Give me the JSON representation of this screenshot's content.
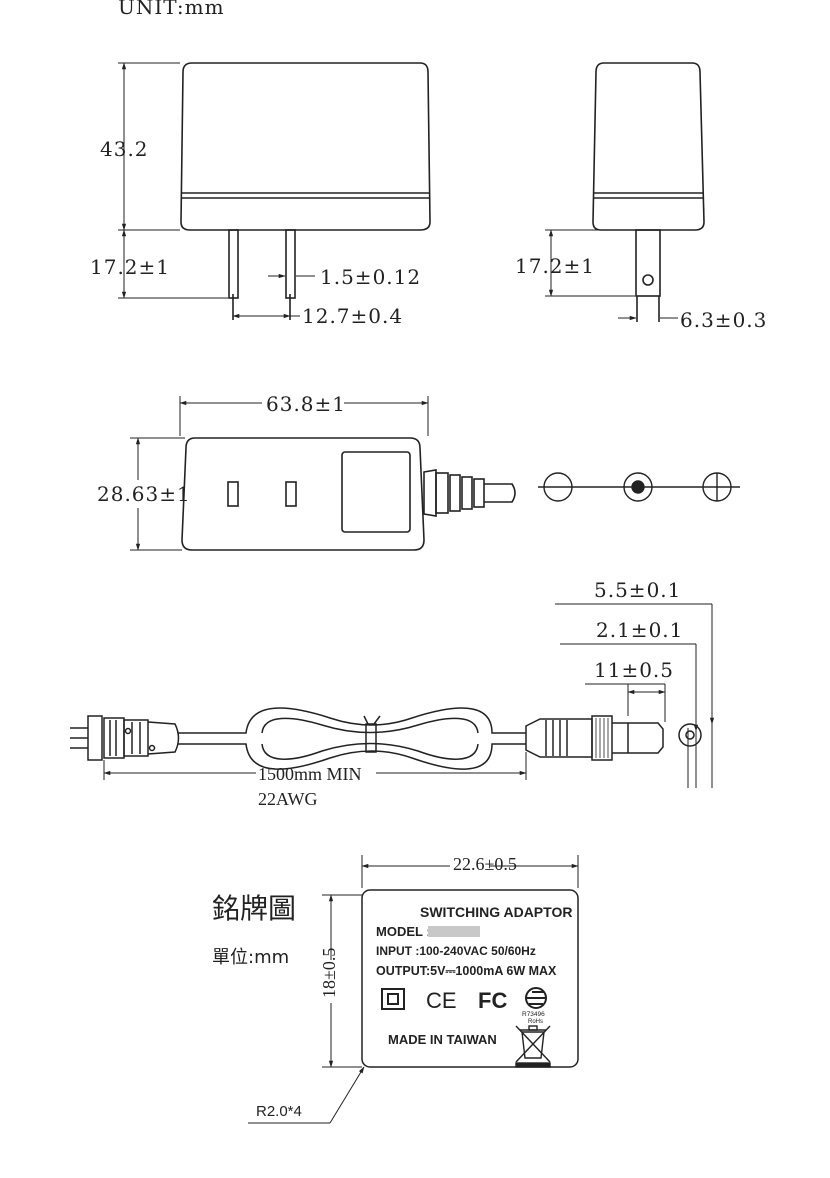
{
  "unit_label": "UNIT:mm",
  "front_view": {
    "height": "43.2",
    "prong_length": "17.2±1",
    "prong_thickness": "1.5±0.12",
    "prong_spacing": "12.7±0.4"
  },
  "side_view": {
    "prong_length": "17.2±1",
    "prong_width": "6.3±0.3"
  },
  "top_view": {
    "length": "63.8±1",
    "width": "28.63±1"
  },
  "cable": {
    "outer_diameter": "5.5±0.1",
    "inner_diameter": "2.1±0.1",
    "plug_length": "11±0.5",
    "cable_length": "1500mm MIN",
    "gauge": "22AWG"
  },
  "nameplate": {
    "heading": "銘牌圖",
    "unit": "單位:mm",
    "width": "22.6±0.5",
    "height": "18±0.5",
    "corner_radius": "R2.0*4",
    "title": "SWITCHING ADAPTOR",
    "model_label": "MODEL :",
    "input": "INPUT :100-240VAC 50/60Hz",
    "output": "OUTPUT:5V⎓1000mA 6W MAX",
    "made_in": "MADE IN TAIWAN",
    "cert_code": "R73496",
    "rohs": "RoHs",
    "ce_mark": "CE",
    "fc_mark": "FC"
  }
}
